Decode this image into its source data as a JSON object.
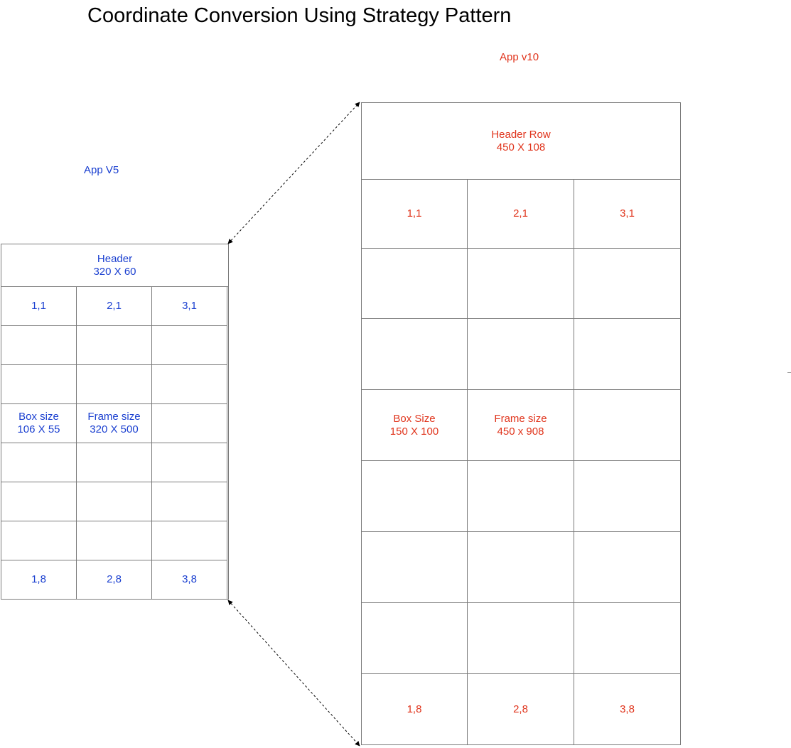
{
  "title": "Coordinate Conversion Using Strategy Pattern",
  "v5": {
    "label": "App V5",
    "header_line1": "Header",
    "header_line2": "320 X 60",
    "row1": [
      "1,1",
      "2,1",
      "3,1"
    ],
    "box_line1": "Box size",
    "box_line2": "106 X 55",
    "frame_line1": "Frame size",
    "frame_line2": "320 X 500",
    "row8": [
      "1,8",
      "2,8",
      "3,8"
    ]
  },
  "v10": {
    "label": "App v10",
    "header_line1": "Header Row",
    "header_line2": "450 X 108",
    "row1": [
      "1,1",
      "2,1",
      "3,1"
    ],
    "box_line1": "Box Size",
    "box_line2": "150 X 100",
    "frame_line1": "Frame size",
    "frame_line2": "450 x 908",
    "row8": [
      "1,8",
      "2,8",
      "3,8"
    ]
  },
  "colors": {
    "v5": "#1a3fd0",
    "v10": "#e0341c",
    "grid": "#7a7a7a"
  }
}
